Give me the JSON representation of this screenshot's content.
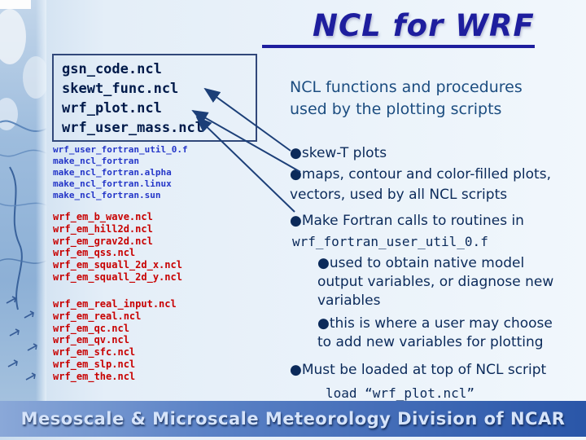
{
  "title": "NCL for WRF",
  "box": {
    "files": [
      "gsn_code.ncl",
      "skewt_func.ncl",
      "wrf_plot.ncl",
      "wrf_user_mass.ncl"
    ]
  },
  "blue_files": [
    "wrf_user_fortran_util_0.f",
    "make_ncl_fortran",
    "make_ncl_fortran.alpha",
    "make_ncl_fortran.linux",
    "make_ncl_fortran.sun"
  ],
  "red_files_top": [
    "wrf_em_b_wave.ncl",
    "wrf_em_hill2d.ncl",
    "wrf_em_grav2d.ncl",
    "wrf_em_qss.ncl",
    "wrf_em_squall_2d_x.ncl",
    "wrf_em_squall_2d_y.ncl"
  ],
  "red_files_bottom": [
    "wrf_em_real_input.ncl",
    "wrf_em_real.ncl",
    "wrf_em_qc.ncl",
    "wrf_em_qv.ncl",
    "wrf_em_sfc.ncl",
    "wrf_em_slp.ncl",
    "wrf_em_the.ncl"
  ],
  "right": {
    "intro_line1": "NCL functions and procedures",
    "intro_line2": "used by the plotting scripts",
    "bullet1": "skew-T plots",
    "bullet2": "maps, contour and color-filled plots, vectors, used by all NCL scripts",
    "bullet3": "Make Fortran calls to routines in",
    "bullet3_code": "wrf_fortran_user_util_0.f",
    "sub1": "used to obtain native model output variables, or diagnose new variables",
    "sub2": "this is where a user may choose to add new variables for plotting",
    "bullet4": "Must be loaded at top of NCL script",
    "load_code": "load “wrf_plot.ncl”"
  },
  "footer": "Mesoscale & Microscale Meteorology Division of NCAR"
}
